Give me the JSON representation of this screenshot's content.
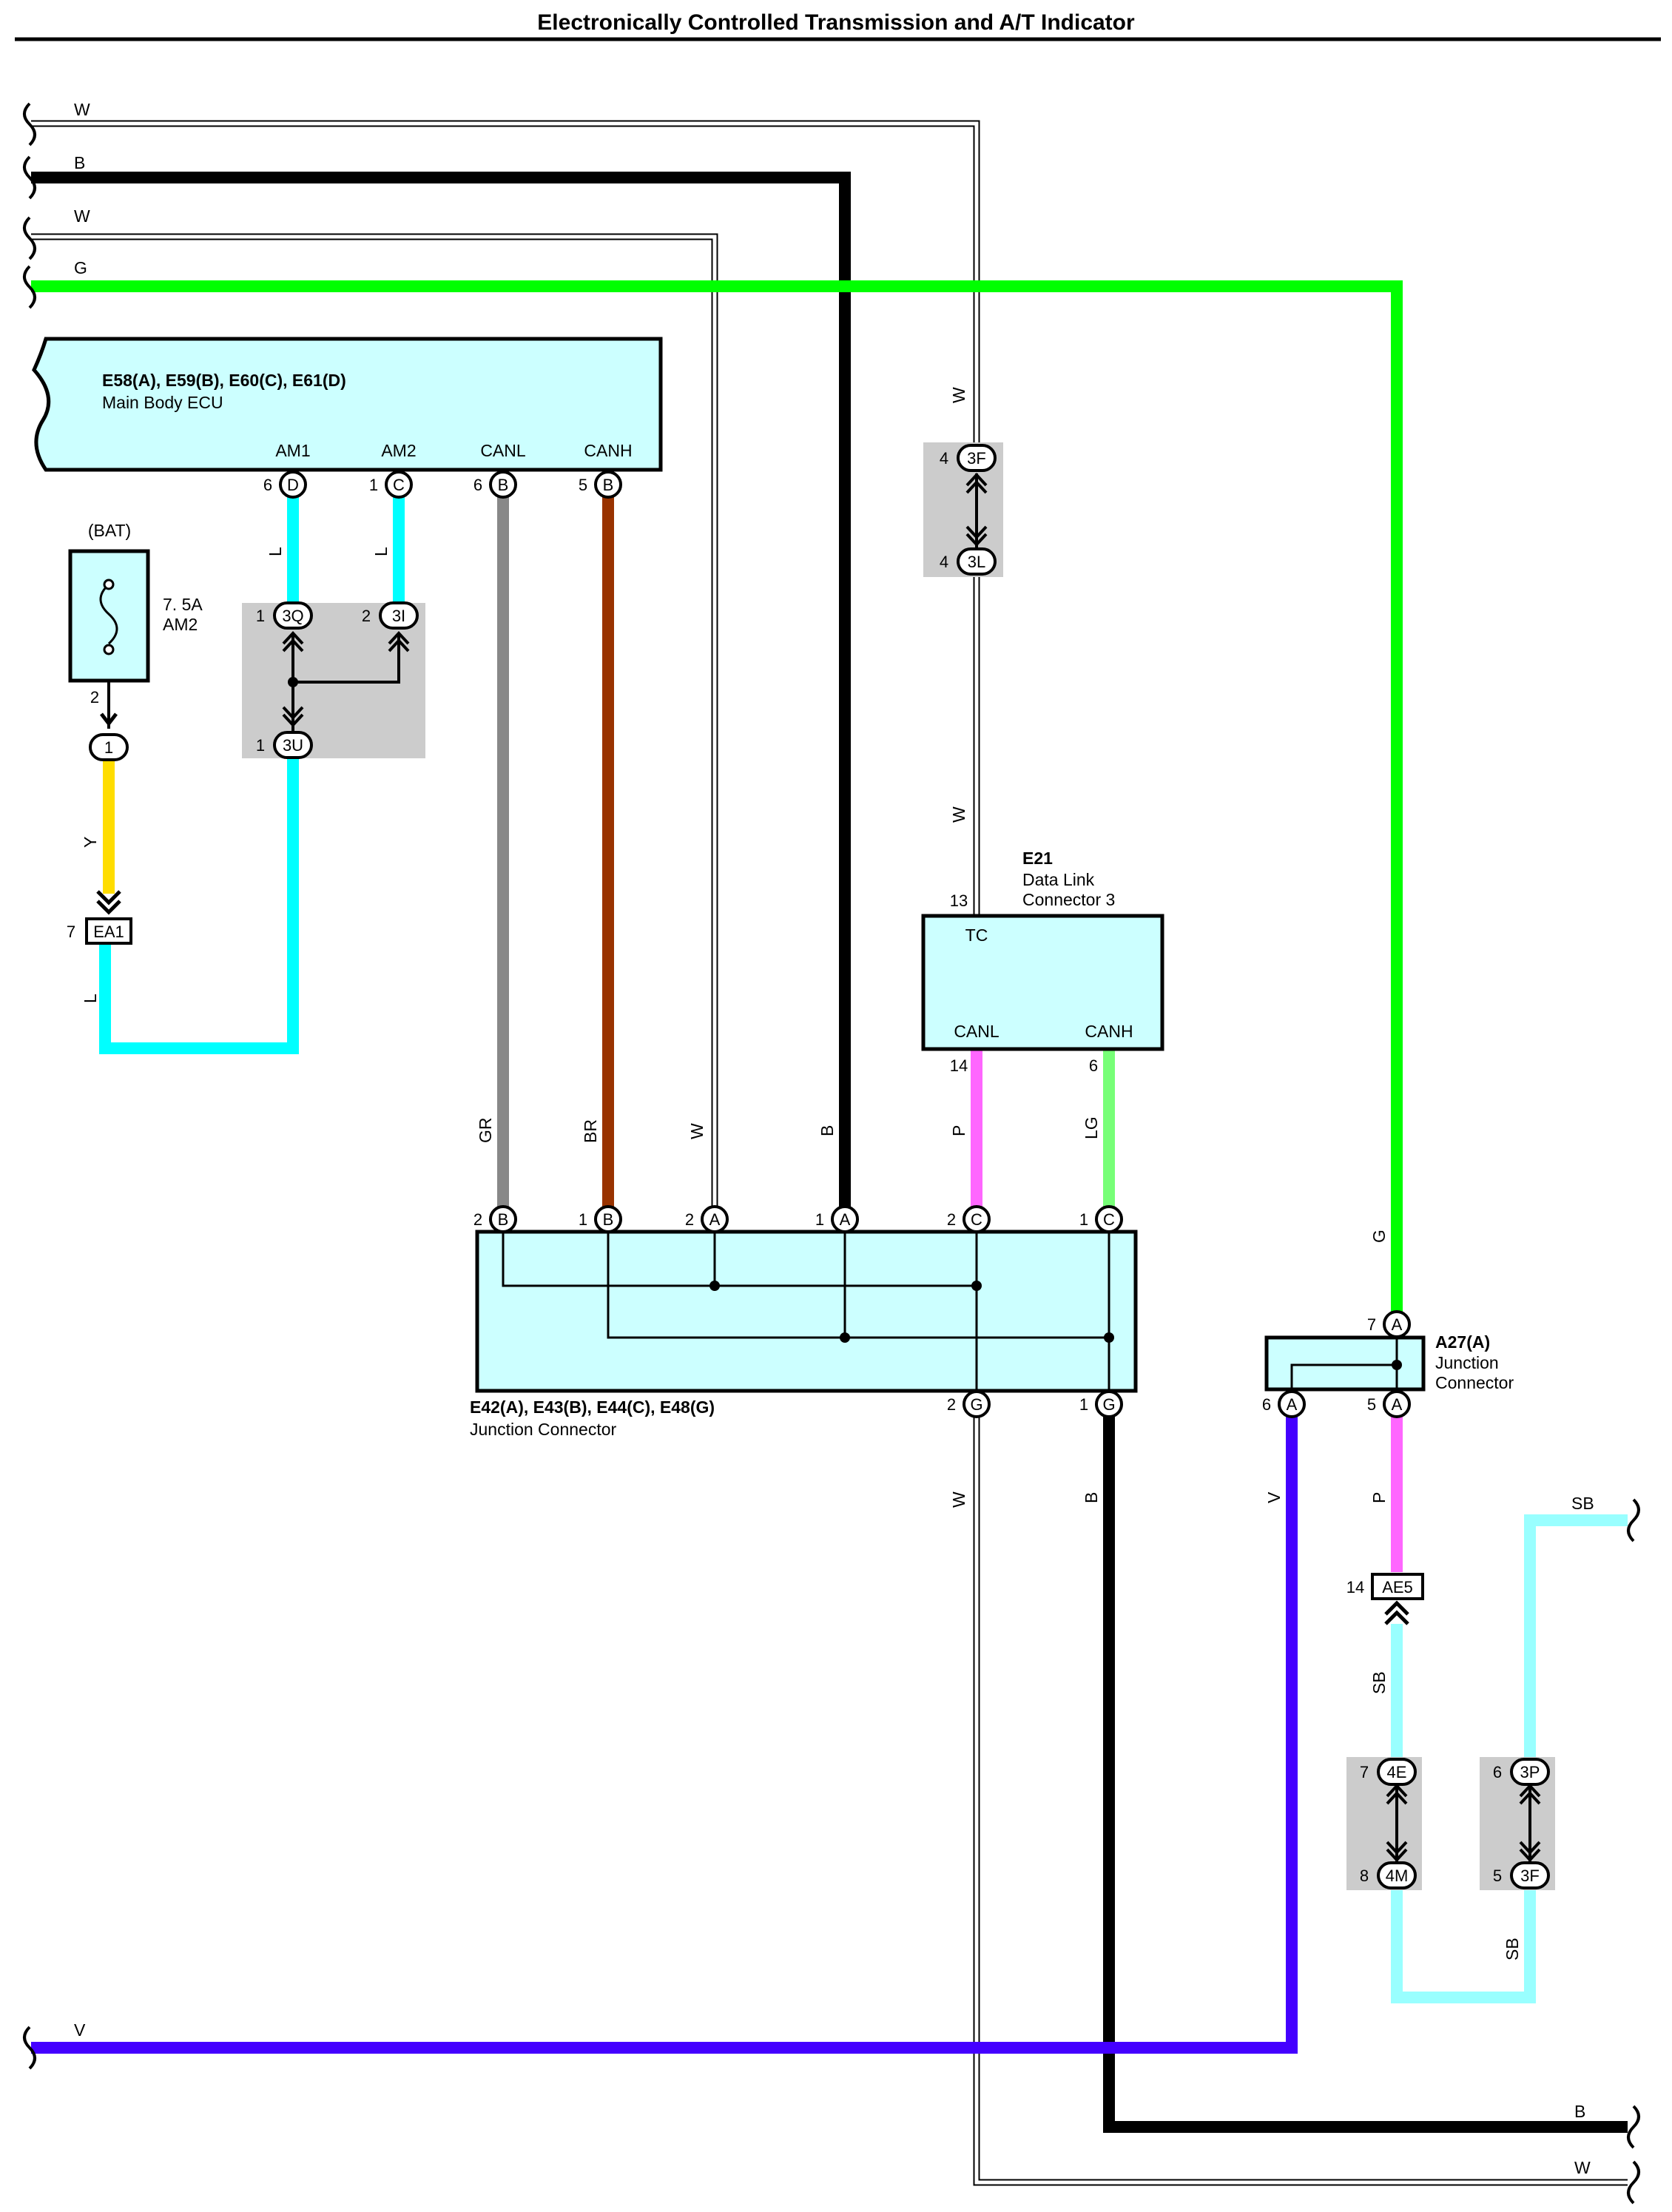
{
  "title": "Electronically Controlled Transmission and A/T Indicator",
  "colors": {
    "W": "#ffffff",
    "B": "#000000",
    "G": "#00ff00",
    "L": "#00ffff",
    "Y": "#ffdd00",
    "GR": "#888888",
    "BR": "#993300",
    "P": "#ff66ff",
    "LG": "#77ff77",
    "V": "#4400ff",
    "SB": "#99ffff",
    "component_fill": "#ccffff",
    "junction_bg": "#cccccc"
  },
  "bus_wires": {
    "w_top": "W",
    "b_top": "B",
    "w_second": "W",
    "g_top": "G",
    "v_bottom": "V",
    "b_bottom": "B",
    "w_bottom": "W",
    "sb_right": "SB"
  },
  "ecu": {
    "ids": "E58(A), E59(B), E60(C), E61(D)",
    "name": "Main Body ECU",
    "terminals": [
      {
        "name": "AM1",
        "pin": "6",
        "conn": "D"
      },
      {
        "name": "AM2",
        "pin": "1",
        "conn": "C"
      },
      {
        "name": "CANL",
        "pin": "6",
        "conn": "B"
      },
      {
        "name": "CANH",
        "pin": "5",
        "conn": "B"
      }
    ]
  },
  "fuse": {
    "header": "(BAT)",
    "rating": "7. 5A",
    "name": "AM2",
    "pin": "2",
    "out_conn": "1"
  },
  "ea1": {
    "pin": "7",
    "id": "EA1"
  },
  "j_3q": {
    "pin": "1",
    "id": "3Q"
  },
  "j_3i": {
    "pin": "2",
    "id": "3I"
  },
  "j_3u": {
    "pin": "1",
    "id": "3U"
  },
  "j_3f_top": {
    "pin": "4",
    "id": "3F"
  },
  "j_3l": {
    "pin": "4",
    "id": "3L"
  },
  "dlc": {
    "id": "E21",
    "name_line1": "Data Link",
    "name_line2": "Connector 3",
    "tc_pin": "13",
    "tc": "TC",
    "canl": "CANL",
    "canh": "CANH",
    "canl_pin": "14",
    "canh_pin": "6"
  },
  "jc": {
    "ids": "E42(A), E43(B), E44(C), E48(G)",
    "name": "Junction Connector",
    "top_pins": [
      {
        "pin": "2",
        "conn": "B"
      },
      {
        "pin": "1",
        "conn": "B"
      },
      {
        "pin": "2",
        "conn": "A"
      },
      {
        "pin": "1",
        "conn": "A"
      },
      {
        "pin": "2",
        "conn": "C"
      },
      {
        "pin": "1",
        "conn": "C"
      }
    ],
    "bottom_pins": [
      {
        "pin": "2",
        "conn": "G"
      },
      {
        "pin": "1",
        "conn": "G"
      }
    ]
  },
  "a27": {
    "id": "A27(A)",
    "name_line1": "Junction",
    "name_line2": "Connector",
    "top_pin": "7",
    "top_conn": "A",
    "left_pin": "6",
    "left_conn": "A",
    "right_pin": "5",
    "right_conn": "A"
  },
  "ae5": {
    "pin": "14",
    "id": "AE5"
  },
  "j_4e": {
    "pin": "7",
    "id": "4E"
  },
  "j_4m": {
    "pin": "8",
    "id": "4M"
  },
  "j_3p": {
    "pin": "6",
    "id": "3P"
  },
  "j_3f_bottom": {
    "pin": "5",
    "id": "3F"
  },
  "wire_labels": {
    "am1_l": "L",
    "am2_l": "L",
    "fuse_y": "Y",
    "ea1_l": "L",
    "canl_gr": "GR",
    "canh_br": "BR",
    "w_jc": "W",
    "b_jc": "B",
    "p_dlc": "P",
    "lg_dlc": "LG",
    "w_vert1": "W",
    "w_vert2": "W",
    "g_vert": "G",
    "w_low": "W",
    "b_low": "B",
    "v_low": "V",
    "p_a27": "P",
    "sb_ae5": "SB",
    "sb_3f": "SB"
  }
}
